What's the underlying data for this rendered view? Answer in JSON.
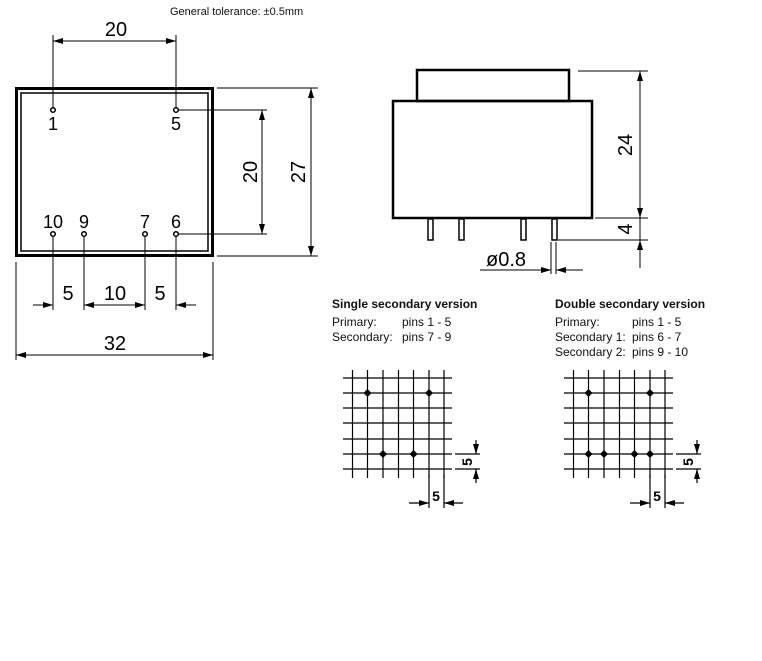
{
  "tolerance": "General tolerance:  ±0.5mm",
  "top_view": {
    "pins": [
      "1",
      "5",
      "10",
      "9",
      "7",
      "6"
    ],
    "dims": {
      "pin_span_top": "20",
      "pin_span_vertical": "20",
      "height": "27",
      "width": "32",
      "bottom_a": "5",
      "bottom_b": "10",
      "bottom_c": "5"
    }
  },
  "side_view": {
    "body_height": "24",
    "pin_length": "4",
    "pin_diameter": "ø0.8"
  },
  "single": {
    "title": "Single secondary version",
    "rows": [
      [
        "Primary:",
        "pins 1 - 5"
      ],
      [
        "Secondary:",
        "pins 7 - 9"
      ]
    ],
    "grid_dim_v": "5",
    "grid_dim_h": "5"
  },
  "double": {
    "title": "Double secondary version",
    "rows": [
      [
        "Primary:",
        "pins 1 - 5"
      ],
      [
        "Secondary 1:",
        "pins 6 - 7"
      ],
      [
        "Secondary 2:",
        "pins 9 - 10"
      ]
    ],
    "grid_dim_v": "5",
    "grid_dim_h": "5"
  }
}
